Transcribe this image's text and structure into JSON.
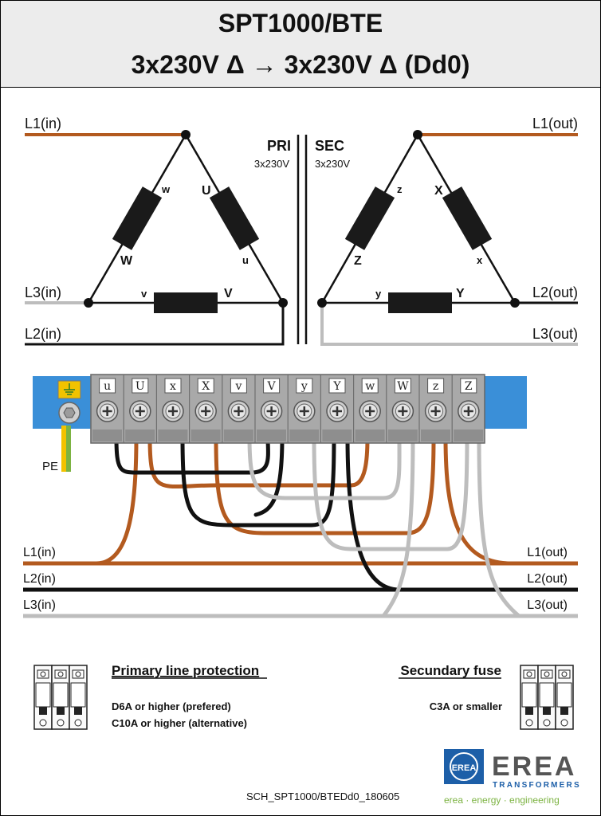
{
  "header": {
    "title": "SPT1000/BTE",
    "subtitle": "3x230V Δ → 3x230V Δ  (Dd0)"
  },
  "schematic": {
    "pri_label": "PRI",
    "pri_voltage": "3x230V",
    "sec_label": "SEC",
    "sec_voltage": "3x230V",
    "inputs": [
      "L1(in)",
      "L3(in)",
      "L2(in)"
    ],
    "outputs": [
      "L1(out)",
      "L2(out)",
      "L3(out)"
    ],
    "pri_winding_labels": [
      "w",
      "W",
      "U",
      "u",
      "v",
      "V"
    ],
    "sec_winding_labels": [
      "z",
      "Z",
      "X",
      "x",
      "y",
      "Y"
    ]
  },
  "terminal": {
    "labels": [
      "u",
      "U",
      "x",
      "X",
      "v",
      "V",
      "y",
      "Y",
      "w",
      "W",
      "z",
      "Z"
    ],
    "pe_label": "PE"
  },
  "wiring": {
    "inputs": [
      "L1(in)",
      "L2(in)",
      "L3(in)"
    ],
    "outputs": [
      "L1(out)",
      "L2(out)",
      "L3(out)"
    ]
  },
  "protection": {
    "primary_title": "Primary line protection",
    "primary_line1": "D6A or higher (prefered)",
    "primary_line2": "C10A or higher (alternative)",
    "secondary_title": "Secundary fuse",
    "secondary_line1": "C3A or smaller"
  },
  "footer": {
    "code": "SCH_SPT1000/BTEDd0_180605",
    "logo_text": "EREA",
    "logo_sub": "TRANSFORMERS",
    "tagline": "erea · energy · engineering"
  },
  "colors": {
    "brown": "#b35a1f",
    "black": "#111111",
    "grey": "#bdbdbd",
    "terminal_blue": "#3a8fd8",
    "terminal_grey": "#a9a9a9",
    "logo_blue": "#1d5fa8",
    "tagline_green": "#7cb342",
    "earth_green": "#7cb342",
    "earth_yellow": "#f2c200"
  }
}
